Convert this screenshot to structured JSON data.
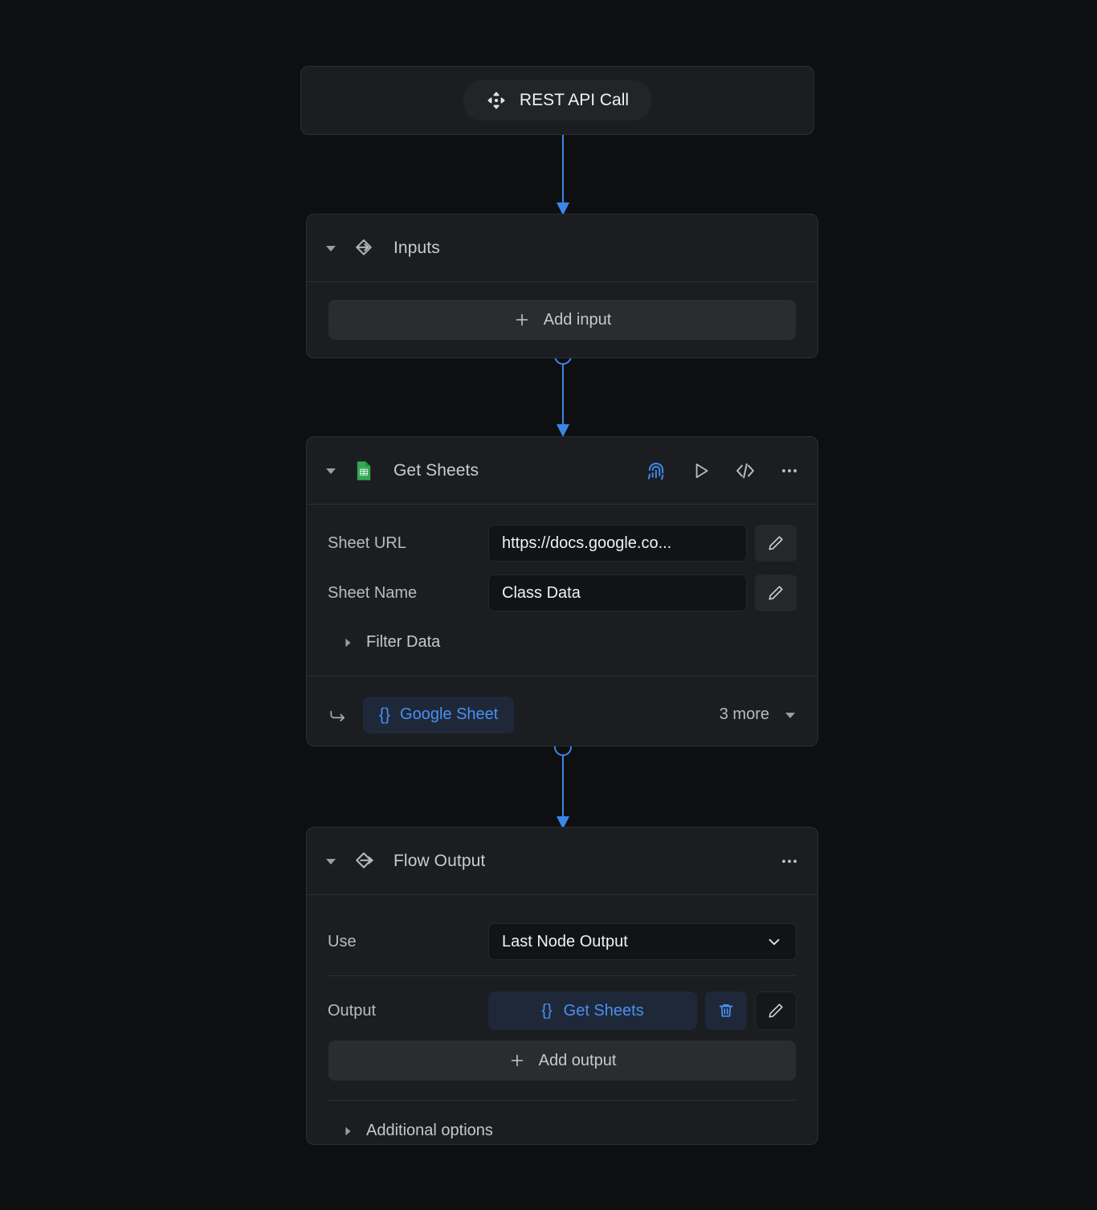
{
  "theme": {
    "background": "#0e0f11",
    "panel": "#1c1d21",
    "border": "#2c2e33",
    "accent_blue": "#3b86e8",
    "chip_blue_text": "#4a90f0",
    "chip_blue_bg": "#1e2839",
    "sheets_green": "#34a853",
    "text_primary": "#f0f1f3",
    "text_secondary": "#b9bbc0"
  },
  "nodes": {
    "rest_api": {
      "label": "REST API Call",
      "icon": "move-crosshair-icon"
    },
    "inputs": {
      "title": "Inputs",
      "icon": "sign-in-arrow-icon",
      "add_button": "Add input"
    },
    "get_sheets": {
      "title": "Get Sheets",
      "icon": "google-sheets-icon",
      "actions": [
        "fingerprint-icon",
        "run-play-icon",
        "code-brackets-icon",
        "more-options-icon"
      ],
      "fields": [
        {
          "label": "Sheet URL",
          "value": "https://docs.google.co..."
        },
        {
          "label": "Sheet Name",
          "value": "Class Data"
        }
      ],
      "collapsed_section": "Filter Data",
      "output_chip": "Google Sheet",
      "output_chip_brace": "{}",
      "more_label": "3 more"
    },
    "flow_output": {
      "title": "Flow Output",
      "icon": "sign-out-arrow-icon",
      "use_label": "Use",
      "use_value": "Last Node Output",
      "output_label": "Output",
      "output_chip": "Get Sheets",
      "output_chip_brace": "{}",
      "add_button": "Add output",
      "collapsed_section": "Additional options"
    }
  }
}
